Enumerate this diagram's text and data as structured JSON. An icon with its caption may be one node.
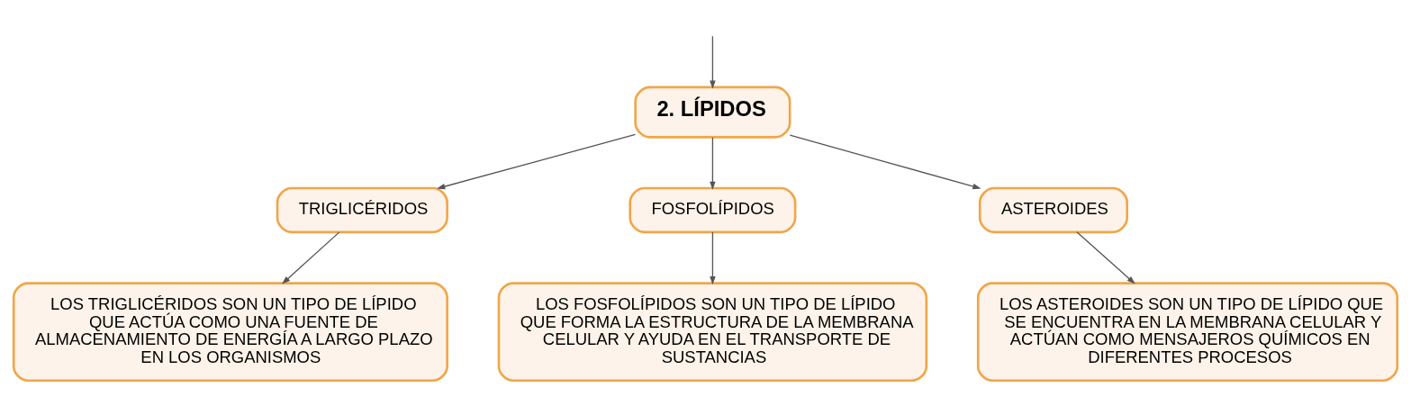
{
  "diagram": {
    "nodes": [
      {
        "text": [
          "2. LÍPIDOS"
        ]
      },
      {
        "text": [
          "TRIGLICÉRIDOS"
        ]
      },
      {
        "text": [
          "FOSFOLÍPIDOS"
        ]
      },
      {
        "text": [
          "ASTEROIDES"
        ]
      },
      {
        "text": [
          "LOS TRIGLICÉRIDOS SON UN TIPO DE LÍPIDO QUE ACTÚA COMO UNA FUENTE DE ALMACENAMIENTO DE ENERGÍA A LARGO PLAZO EN LOS ORGANISMOS"
        ]
      },
      {
        "text": [
          "LOS FOSFOLÍPIDOS SON UN TIPO DE LÍPIDO QUE FORMA LA ESTRUCTURA DE LA MEMBRANA CELULAR Y AYUDA EN EL TRANSPORTE DE SUSTANCIAS"
        ]
      },
      {
        "text": [
          "LOS ASTEROIDES SON UN TIPO DE LÍPIDO QUE SE ENCUENTRA EN LA MEMBRANA CELULAR Y ACTÚAN COMO MENSAJEROS QUÍMICOS EN DIFERENTES PROCESOS"
        ]
      }
    ],
    "edges": [
      {
        "from": null,
        "to": 0,
        "arrow": "to"
      },
      {
        "from": 0,
        "to": 1,
        "arrow": "to"
      },
      {
        "from": 0,
        "to": 2,
        "arrow": "to"
      },
      {
        "from": 0,
        "to": 3,
        "arrow": "to"
      },
      {
        "from": 1,
        "to": 4,
        "arrow": "to"
      },
      {
        "from": 2,
        "to": 5,
        "arrow": "to"
      },
      {
        "from": 3,
        "to": 6,
        "arrow": "to"
      }
    ]
  }
}
